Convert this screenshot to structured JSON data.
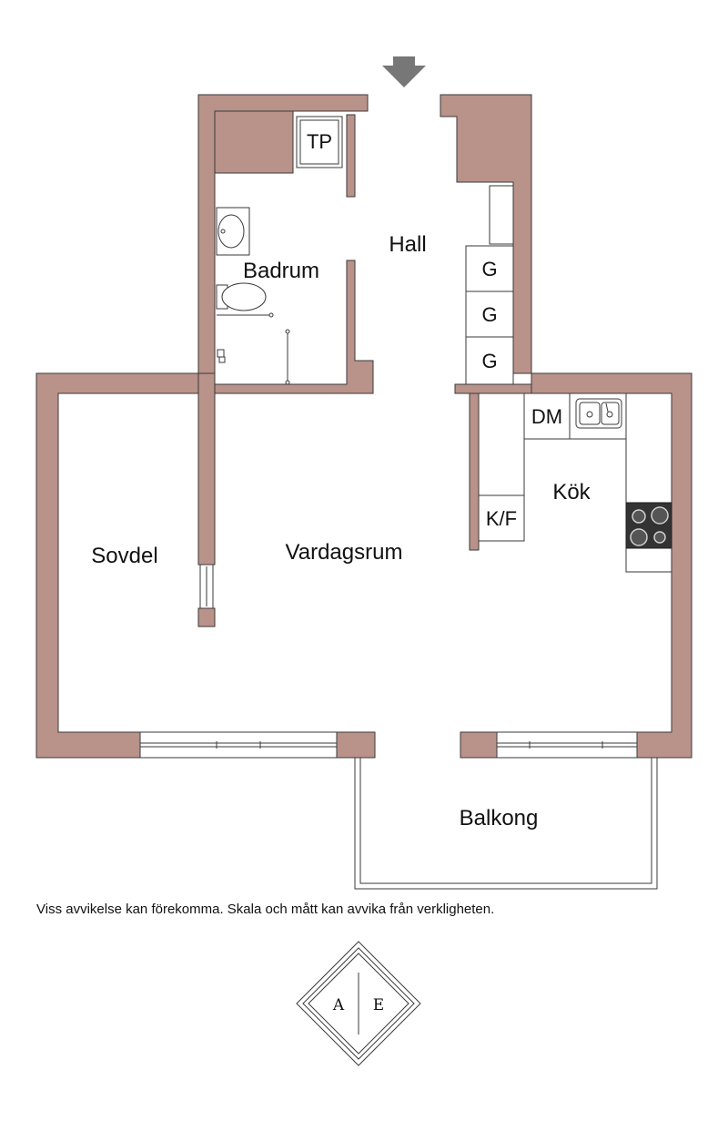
{
  "rooms": {
    "hall": "Hall",
    "badrum": "Badrum",
    "sovdel": "Sovdel",
    "vardagsrum": "Vardagsrum",
    "kok": "Kök",
    "balkong": "Balkong"
  },
  "fixtures": {
    "tp": "TP",
    "g1": "G",
    "g2": "G",
    "g3": "G",
    "dm": "DM",
    "kf": "K/F"
  },
  "disclaimer": "Viss avvikelse kan förekomma. Skala och mått kan avvika från verkligheten.",
  "logo": {
    "left_letter": "A",
    "right_letter": "E"
  },
  "colors": {
    "wall": "#b9928a",
    "arrow": "#777777",
    "stove": "#333333"
  }
}
